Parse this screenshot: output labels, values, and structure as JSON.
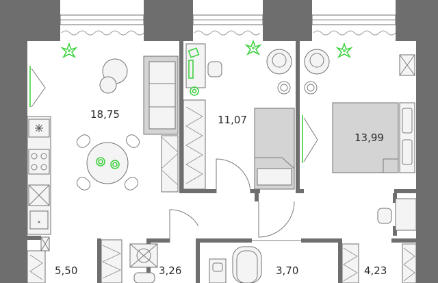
{
  "rooms": [
    {
      "id": "living-kitchen",
      "area": "18,75"
    },
    {
      "id": "bedroom-1",
      "area": "11,07"
    },
    {
      "id": "bedroom-2",
      "area": "13,99"
    },
    {
      "id": "hallway",
      "area": "5,50"
    },
    {
      "id": "bathroom-1",
      "area": "3,26"
    },
    {
      "id": "bathroom-2",
      "area": "3,70"
    },
    {
      "id": "storage",
      "area": "4,23"
    }
  ],
  "colors": {
    "walls": "#6e6e6e",
    "accent": "#3fd13f",
    "background": "#ffffff"
  },
  "icons": [
    "plant-icon",
    "snowflake-icon",
    "radiator-icon"
  ]
}
